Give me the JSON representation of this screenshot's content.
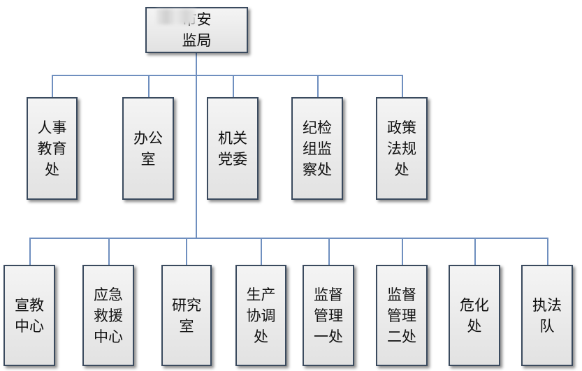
{
  "root": {
    "label": "市安\n监局"
  },
  "row1": [
    {
      "id": "hr",
      "label": "人事\n教育\n处"
    },
    {
      "id": "office",
      "label": "办公\n室"
    },
    {
      "id": "party",
      "label": "机关\n党委"
    },
    {
      "id": "discipline",
      "label": "纪检\n组监\n察处"
    },
    {
      "id": "policy",
      "label": "政策\n法规\n处"
    }
  ],
  "row2": [
    {
      "id": "propaganda",
      "label": "宣教\n中心"
    },
    {
      "id": "emergency",
      "label": "应急\n救援\n中心"
    },
    {
      "id": "research",
      "label": "研究\n室"
    },
    {
      "id": "coordination",
      "label": "生产\n协调\n处"
    },
    {
      "id": "supervision-1",
      "label": "监督\n管理\n一处"
    },
    {
      "id": "supervision-2",
      "label": "监督\n管理\n二处"
    },
    {
      "id": "hazchem",
      "label": "危化\n处"
    },
    {
      "id": "enforcement",
      "label": "执法\n队"
    }
  ],
  "colors": {
    "line": "#6f8fbf",
    "box_border": "#3a4a5e",
    "box_fill": "#e8e8e8"
  }
}
